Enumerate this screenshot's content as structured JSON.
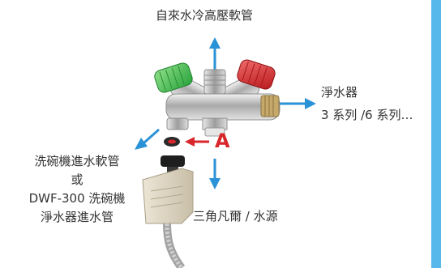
{
  "labels": {
    "top": "自來水冷高壓軟管",
    "right_line1": "淨水器",
    "right_line2": "3 系列 /6 系列…",
    "left_line1": "洗碗機進水軟管",
    "left_line2": "或",
    "left_line3": "DWF-300 洗碗機",
    "left_line4": "淨水器進水管",
    "bottom": "三角凡爾 / 水源",
    "marker": "A"
  },
  "colors": {
    "arrow_blue": "#2a92d6",
    "marker_red": "#d8262a",
    "valve_green": "#3cb54a",
    "valve_red": "#d8262a",
    "edge_bar": "#57b8ec"
  }
}
